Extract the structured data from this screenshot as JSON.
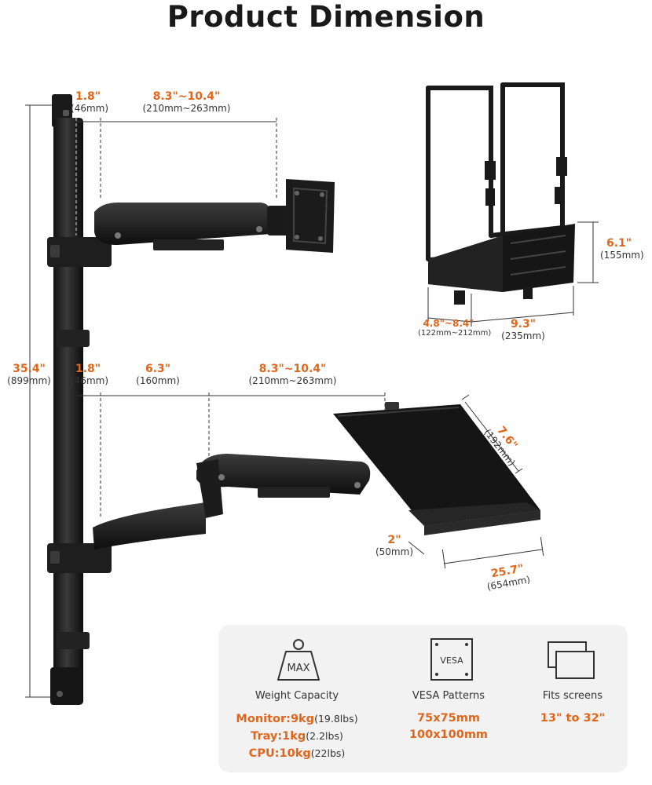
{
  "title": "Product Dimension",
  "accent_color": "#e0661c",
  "dimensions": {
    "top_offset": {
      "main": "1.8\"",
      "sub": "(46mm)"
    },
    "top_arm": {
      "main": "8.3\"~10.4\"",
      "sub": "(210mm~263mm)"
    },
    "pole_height": {
      "main": "35.4\"",
      "sub": "(899mm)"
    },
    "bottom_offset": {
      "main": "1.8\"",
      "sub": "(46mm)"
    },
    "bottom_first_arm": {
      "main": "6.3\"",
      "sub": "(160mm)"
    },
    "bottom_second_arm": {
      "main": "8.3\"~10.4\"",
      "sub": "(210mm~263mm)"
    },
    "cpu_height": {
      "main": "6.1\"",
      "sub": "(155mm)"
    },
    "cpu_width": {
      "main": "4.8\"~8.4\"",
      "sub": "(122mm~212mm)"
    },
    "cpu_depth": {
      "main": "9.3\"",
      "sub": "(235mm)"
    },
    "tray_depth": {
      "main": "7.6\"",
      "sub": "(192mm)"
    },
    "tray_lip": {
      "main": "2\"",
      "sub": "(50mm)"
    },
    "tray_width": {
      "main": "25.7\"",
      "sub": "(654mm)"
    }
  },
  "specs": {
    "weight": {
      "icon": "weight-icon",
      "icon_text": "MAX",
      "label": "Weight Capacity",
      "lines": [
        {
          "value": "Monitor:9kg",
          "paren": "(19.8lbs)"
        },
        {
          "value": "Tray:1kg",
          "paren": "(2.2lbs)"
        },
        {
          "value": "CPU:10kg",
          "paren": "(22lbs)"
        }
      ]
    },
    "vesa": {
      "icon": "vesa-icon",
      "icon_text": "VESA",
      "label": "VESA Patterns",
      "lines": [
        "75x75mm",
        "100x100mm"
      ]
    },
    "screens": {
      "icon": "screens-icon",
      "label": "Fits screens",
      "value": "13\" to 32\""
    }
  }
}
